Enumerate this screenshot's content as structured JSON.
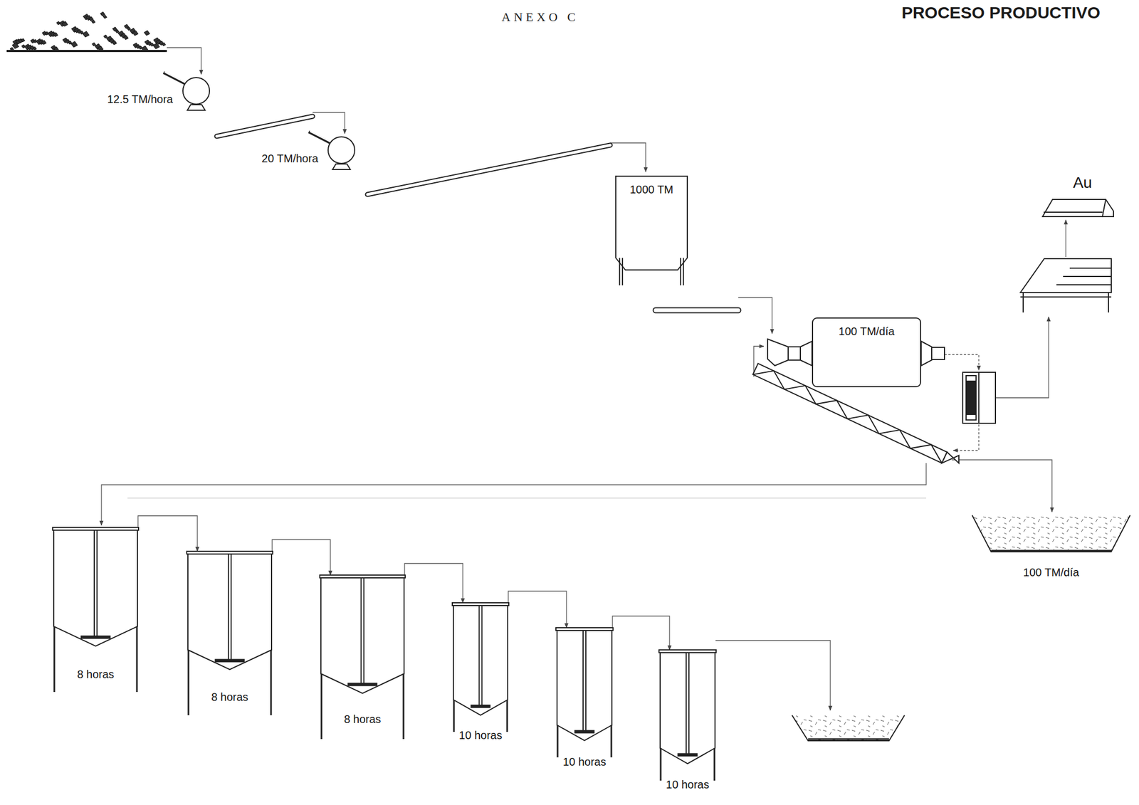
{
  "diagram": {
    "title": "PROCESO PRODUCTIVO",
    "nodes": [
      {
        "text": [
          "12.5 TM/hora"
        ]
      },
      {
        "text": [
          "20 TM/hora"
        ]
      },
      {
        "text": [
          "1000 TM"
        ]
      },
      {
        "text": [
          "100 TM/día"
        ]
      },
      {
        "text": [
          "Au"
        ]
      },
      {
        "text": [
          "100 TM/día"
        ]
      },
      {
        "text": [
          "8 horas"
        ]
      },
      {
        "text": [
          "8 horas"
        ]
      },
      {
        "text": [
          "8 horas"
        ]
      },
      {
        "text": [
          "10 horas"
        ]
      },
      {
        "text": [
          "10 horas"
        ]
      },
      {
        "text": [
          "10 horas"
        ]
      }
    ],
    "edges": [
      {
        "from": 6,
        "to": 7,
        "arrow": "to"
      },
      {
        "from": 7,
        "to": 8,
        "arrow": "to"
      },
      {
        "from": 8,
        "to": 9,
        "arrow": "to"
      },
      {
        "from": 9,
        "to": 10,
        "arrow": "to"
      },
      {
        "from": 10,
        "to": 11,
        "arrow": "to"
      }
    ],
    "labels": [
      "ANEXO C"
    ]
  }
}
